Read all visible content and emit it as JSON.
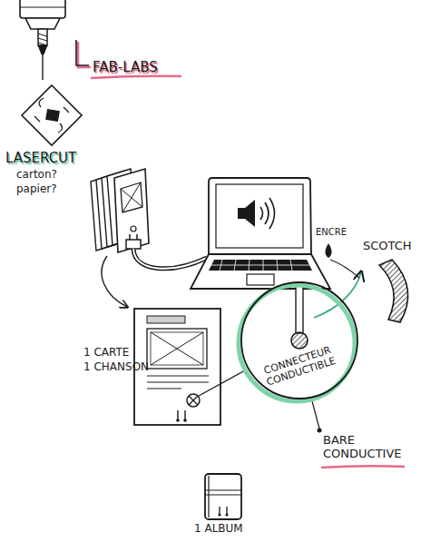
{
  "diagram": {
    "nodes": [
      {
        "text": [
          "CONNECTEUR CONDUCTIBLE"
        ]
      }
    ],
    "labels": [
      "FAB-LABS",
      "LASERCUT",
      "carton?",
      "papier?",
      "ENCRE",
      "SCOTCH",
      "1 CARTE",
      "1 CHANSON",
      "BARE CONDUCTIVE",
      "1 ALBUM"
    ]
  }
}
